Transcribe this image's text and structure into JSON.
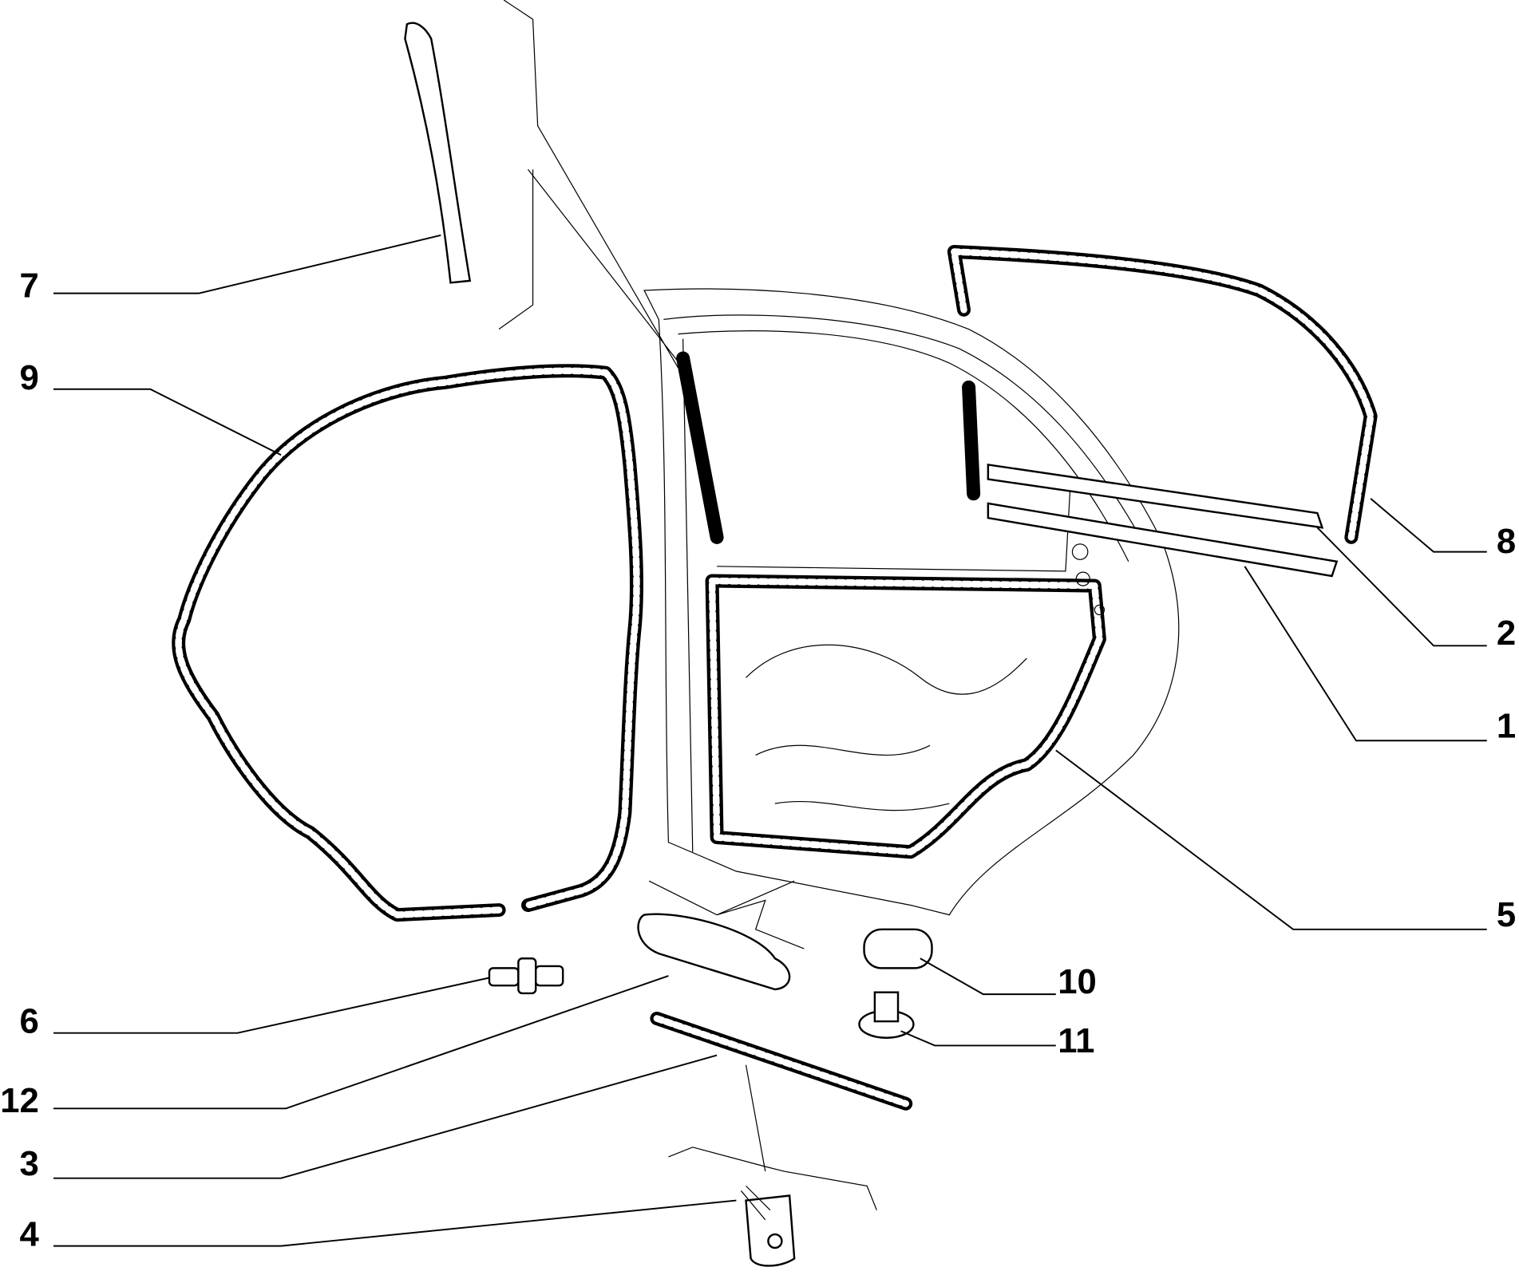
{
  "diagram": {
    "type": "exploded parts diagram",
    "callouts": [
      {
        "id": "7",
        "label": "7"
      },
      {
        "id": "9",
        "label": "9"
      },
      {
        "id": "8",
        "label": "8"
      },
      {
        "id": "2",
        "label": "2"
      },
      {
        "id": "1",
        "label": "1"
      },
      {
        "id": "5",
        "label": "5"
      },
      {
        "id": "10",
        "label": "10"
      },
      {
        "id": "11",
        "label": "11"
      },
      {
        "id": "6",
        "label": "6"
      },
      {
        "id": "12",
        "label": "12"
      },
      {
        "id": "3",
        "label": "3"
      },
      {
        "id": "4",
        "label": "4"
      }
    ]
  }
}
